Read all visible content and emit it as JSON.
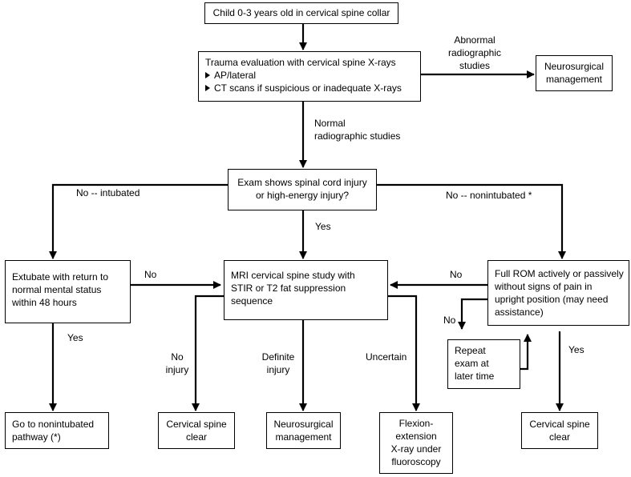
{
  "nodes": {
    "start": {
      "lines": [
        "Child 0-3 years old in cervical spine collar"
      ]
    },
    "trauma_eval": {
      "title": "Trauma evaluation with cervical spine X-rays",
      "bullets": [
        "AP/lateral",
        "CT scans if suspicious or inadequate X-rays"
      ]
    },
    "neurosurg_top": {
      "lines": [
        "Neurosurgical",
        "management"
      ]
    },
    "exam": {
      "lines": [
        "Exam shows spinal cord injury",
        "or high-energy injury?"
      ]
    },
    "extubate": {
      "lines": [
        "Extubate with return to",
        "normal mental status",
        "within 48 hours"
      ]
    },
    "mri": {
      "lines": [
        "MRI cervical spine study with",
        "STIR or T2 fat suppression",
        "sequence"
      ]
    },
    "full_rom": {
      "lines": [
        "Full ROM actively or passively",
        "without signs of pain in",
        "upright position (may need",
        "assistance)"
      ]
    },
    "repeat_exam": {
      "lines": [
        "Repeat",
        "exam at",
        "later time"
      ]
    },
    "go_nonintubated": {
      "lines": [
        "Go to nonintubated",
        "pathway (*)"
      ]
    },
    "clear_middle": {
      "lines": [
        "Cervical spine",
        "clear"
      ]
    },
    "neurosurg_bottom": {
      "lines": [
        "Neurosurgical",
        "management"
      ]
    },
    "flexion": {
      "lines": [
        "Flexion-",
        "extension",
        "X-ray under",
        "fluoroscopy"
      ]
    },
    "clear_right": {
      "lines": [
        "Cervical spine",
        "clear"
      ]
    }
  },
  "edge_labels": {
    "abnormal": [
      "Abnormal",
      "radiographic",
      "studies"
    ],
    "normal": [
      "Normal",
      "radiographic studies"
    ],
    "no_intubated": [
      "No -- intubated"
    ],
    "no_nonintubated": [
      "No -- nonintubated *"
    ],
    "yes_exam": [
      "Yes"
    ],
    "no_extubate": [
      "No"
    ],
    "no_rom_mri": [
      "No"
    ],
    "no_rom_repeat": [
      "No"
    ],
    "yes_extubate": [
      "Yes"
    ],
    "no_injury": [
      "No",
      "injury"
    ],
    "definite_injury": [
      "Definite",
      "injury"
    ],
    "uncertain": [
      "Uncertain"
    ],
    "yes_rom": [
      "Yes"
    ]
  }
}
